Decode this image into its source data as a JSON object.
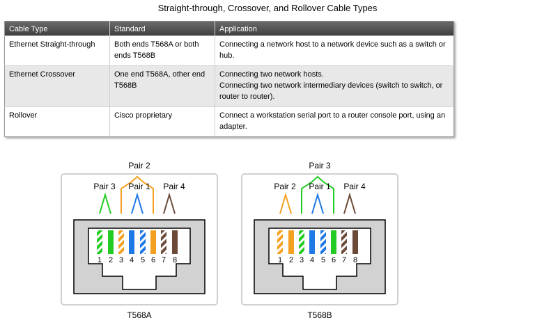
{
  "title": "Straight-through, Crossover, and Rollover Cable Types",
  "table": {
    "headers": [
      "Cable Type",
      "Standard",
      "Application"
    ],
    "rows": [
      {
        "cable_type": "Ethernet Straight-through",
        "standard": "Both ends T568A or both ends T568B",
        "application": [
          "Connecting a network host to a network device such as a switch or hub."
        ]
      },
      {
        "cable_type": "Ethernet Crossover",
        "standard": "One end T568A, other end T568B",
        "application": [
          "Connecting two network hosts.",
          "Connecting two network intermediary devices (switch to switch, or router to router)."
        ]
      },
      {
        "cable_type": "Rollover",
        "standard": "Cisco proprietary",
        "application": [
          "Connect a workstation serial port to a router console port, using an adapter."
        ]
      }
    ]
  },
  "colors": {
    "green": "#22cc22",
    "orange": "#f5a020",
    "blue": "#1e78e6",
    "brown": "#6b4a38"
  },
  "connectors": [
    {
      "label": "T568A",
      "pair_labels": {
        "top": "Pair 2",
        "left": "Pair 3",
        "middle": "Pair 1",
        "right": "Pair 4"
      },
      "pin_numbers": [
        "1",
        "2",
        "3",
        "4",
        "5",
        "6",
        "7",
        "8"
      ],
      "pins": [
        {
          "color": "green",
          "striped": true
        },
        {
          "color": "green",
          "striped": false
        },
        {
          "color": "orange",
          "striped": true
        },
        {
          "color": "blue",
          "striped": false
        },
        {
          "color": "blue",
          "striped": true
        },
        {
          "color": "orange",
          "striped": false
        },
        {
          "color": "brown",
          "striped": true
        },
        {
          "color": "brown",
          "striped": false
        }
      ]
    },
    {
      "label": "T568B",
      "pair_labels": {
        "top": "Pair 3",
        "left": "Pair 2",
        "middle": "Pair 1",
        "right": "Pair 4"
      },
      "pin_numbers": [
        "1",
        "2",
        "3",
        "4",
        "5",
        "6",
        "7",
        "8"
      ],
      "pins": [
        {
          "color": "orange",
          "striped": true
        },
        {
          "color": "orange",
          "striped": false
        },
        {
          "color": "green",
          "striped": true
        },
        {
          "color": "blue",
          "striped": false
        },
        {
          "color": "blue",
          "striped": true
        },
        {
          "color": "green",
          "striped": false
        },
        {
          "color": "brown",
          "striped": true
        },
        {
          "color": "brown",
          "striped": false
        }
      ]
    }
  ]
}
